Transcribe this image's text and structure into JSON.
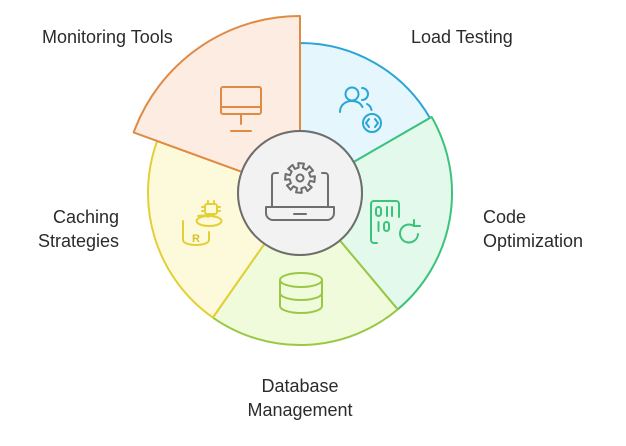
{
  "segments": [
    {
      "id": "load-testing",
      "label_lines": [
        "Load Testing"
      ],
      "fill": "#e6f6fd",
      "stroke": "#2aa6d6",
      "icon": "users-code-icon"
    },
    {
      "id": "code-optimization",
      "label_lines": [
        "Code",
        "Optimization"
      ],
      "fill": "#e3f9ec",
      "stroke": "#3cc37a",
      "icon": "binary-file-refresh-icon"
    },
    {
      "id": "database-management",
      "label_lines": [
        "Database",
        "Management"
      ],
      "fill": "#f0fbdc",
      "stroke": "#9ac844",
      "icon": "database-icon"
    },
    {
      "id": "caching-strategies",
      "label_lines": [
        "Caching",
        "Strategies"
      ],
      "fill": "#fdfadc",
      "stroke": "#e3cf36",
      "icon": "database-chip-icon"
    },
    {
      "id": "monitoring-tools",
      "label_lines": [
        "Monitoring Tools"
      ],
      "fill": "#fdece1",
      "stroke": "#e08a44",
      "icon": "monitor-icon"
    }
  ],
  "center": {
    "fill": "#f2f2f2",
    "stroke": "#6e6e6e",
    "icon": "laptop-gear-icon"
  }
}
